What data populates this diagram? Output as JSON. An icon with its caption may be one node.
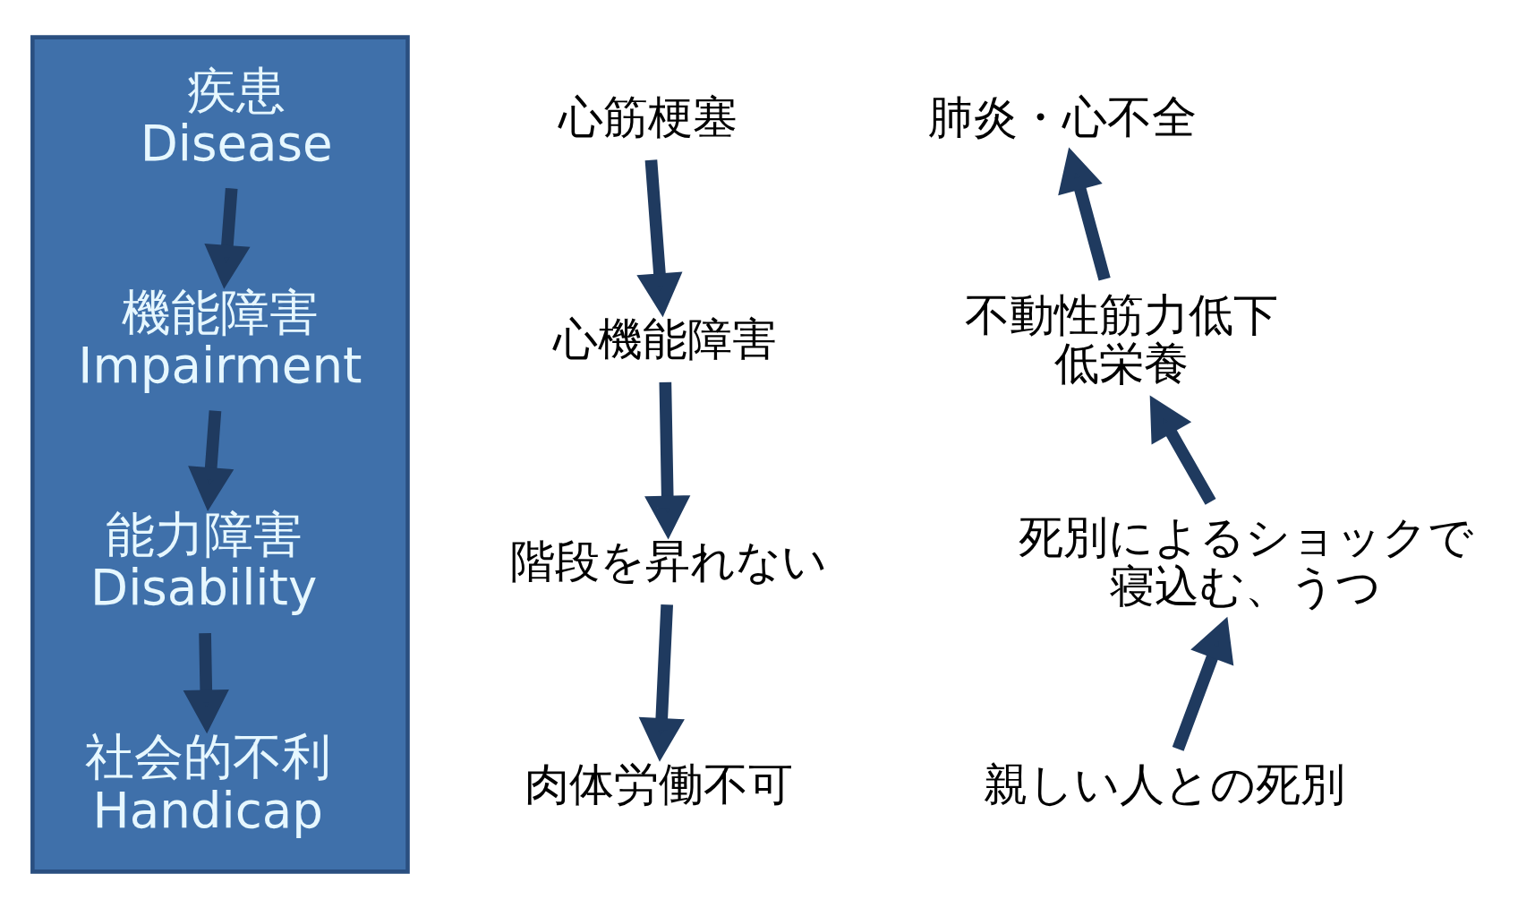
{
  "diagram": {
    "nodes": [
      {
        "text": [],
        "shape": "box"
      },
      {
        "text": [
          "疾患",
          "Disease"
        ],
        "in": 0
      },
      {
        "text": [
          "機能障害",
          "Impairment"
        ],
        "in": 0
      },
      {
        "text": [
          "能力障害",
          "Disability"
        ],
        "in": 0
      },
      {
        "text": [
          "社会的不利",
          "Handicap"
        ],
        "in": 0
      },
      {
        "text": [
          "心筋梗塞"
        ]
      },
      {
        "text": [
          "心機能障害"
        ]
      },
      {
        "text": [
          "階段を昇れない"
        ]
      },
      {
        "text": [
          "肉体労働不可"
        ]
      },
      {
        "text": [
          "肺炎・心不全"
        ]
      },
      {
        "text": [
          "不動性筋力低下",
          "低栄養"
        ]
      },
      {
        "text": [
          "死別によるショックで寝込む、うつ"
        ]
      },
      {
        "text": [
          "親しい人との死別"
        ]
      }
    ],
    "edges": [
      {
        "from": 1,
        "to": 2,
        "arrow": "to"
      },
      {
        "from": 2,
        "to": 3,
        "arrow": "to"
      },
      {
        "from": 3,
        "to": 4,
        "arrow": "to"
      },
      {
        "from": 5,
        "to": 6,
        "arrow": "to"
      },
      {
        "from": 6,
        "to": 7,
        "arrow": "to"
      },
      {
        "from": 7,
        "to": 8,
        "arrow": "to"
      },
      {
        "from": 12,
        "to": 11,
        "arrow": "to"
      },
      {
        "from": 11,
        "to": 10,
        "arrow": "to"
      },
      {
        "from": 10,
        "to": 9,
        "arrow": "to"
      }
    ]
  }
}
